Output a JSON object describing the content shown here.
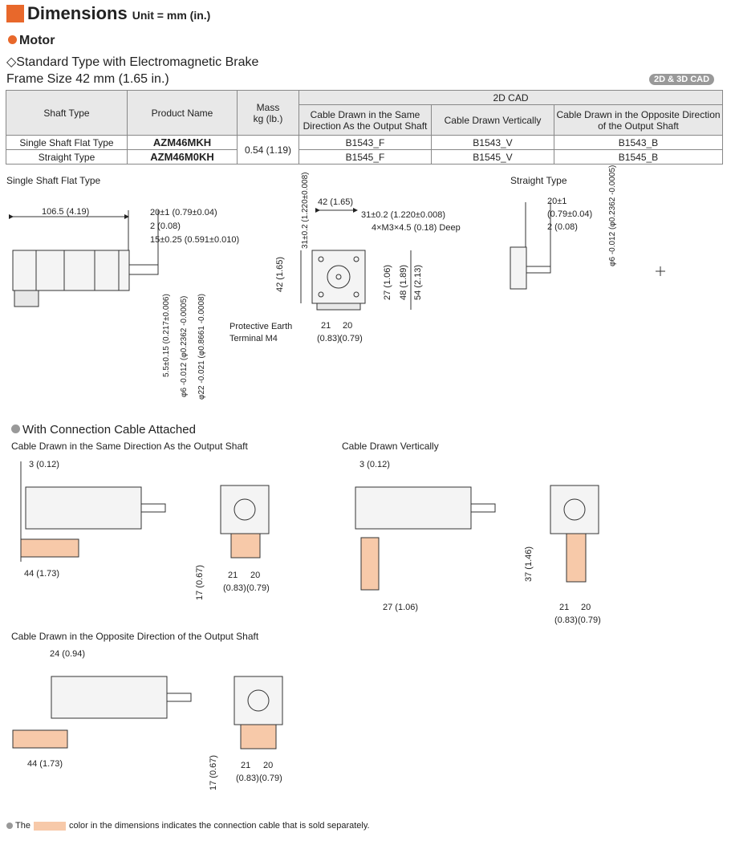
{
  "heading": {
    "title": "Dimensions",
    "unit": "Unit = mm (in.)"
  },
  "motor_label": "Motor",
  "type_label": "◇Standard Type with Electromagnetic Brake",
  "frame_label": "Frame Size 42 mm (1.65 in.)",
  "cad_badge": "2D & 3D CAD",
  "table": {
    "col_shaft": "Shaft Type",
    "col_product": "Product Name",
    "col_mass": "Mass\nkg (lb.)",
    "col_cad": "2D CAD",
    "col_same": "Cable Drawn in the Same Direction As the Output Shaft",
    "col_vert": "Cable Drawn Vertically",
    "col_opp": "Cable Drawn in the Opposite Direction of the Output Shaft",
    "rows": [
      {
        "shaft": "Single Shaft Flat Type",
        "product": "AZM46MKH",
        "mass": "0.54 (1.19)",
        "same": "B1543_F",
        "vert": "B1543_V",
        "opp": "B1543_B"
      },
      {
        "shaft": "Straight Type",
        "product": "AZM46M0KH",
        "same": "B1545_F",
        "vert": "B1545_V",
        "opp": "B1545_B"
      }
    ]
  },
  "drawing_labels": {
    "single_flat": "Single Shaft Flat Type",
    "straight": "Straight Type",
    "pe": "Protective Earth",
    "pe2": "Terminal M4",
    "d_1065": "106.5 (4.19)",
    "d_20": "20±1 (0.79±0.04)",
    "d_2": "2 (0.08)",
    "d_15": "15±0.25 (0.591±0.010)",
    "d_42": "42 (1.65)",
    "d_31": "31±0.2 (1.220±0.008)",
    "d_m3": "4×M3×4.5 (0.18) Deep",
    "d_21": "21",
    "d_20b": "20",
    "d_083": "(0.83)",
    "d_079": "(0.79)",
    "d_42v": "42 (1.65)",
    "d_48": "48 (1.89)",
    "d_54": "54 (2.13)",
    "d_27": "27 (1.06)",
    "d_55": "5.5±0.15 (0.217±0.006)",
    "d_6": "φ6 -0.012 (φ0.2362 -0.0005)",
    "d_22": "φ22 -0.021 (φ0.8661 -0.0008)",
    "d_31v": "31±0.2 (1.220±0.008)",
    "s_20": "20±1",
    "s_079": "(0.79±0.04)",
    "s_2": "2 (0.08)",
    "s_6": "φ6 -0.012 (φ0.2362 -0.0005)"
  },
  "cable_section": "With Connection Cable Attached",
  "cable_same": "Cable Drawn in the Same Direction As the Output Shaft",
  "cable_vert": "Cable Drawn Vertically",
  "cable_opp": "Cable Drawn in the Opposite Direction of the Output Shaft",
  "cdims": {
    "d3": "3 (0.12)",
    "d44": "44 (1.73)",
    "d17": "17 (0.67)",
    "d27": "27 (1.06)",
    "d37": "37 (1.46)",
    "d24": "24 (0.94)"
  },
  "footnote": {
    "pre": "The",
    "post": "color in the dimensions indicates the connection cable that is sold separately."
  }
}
